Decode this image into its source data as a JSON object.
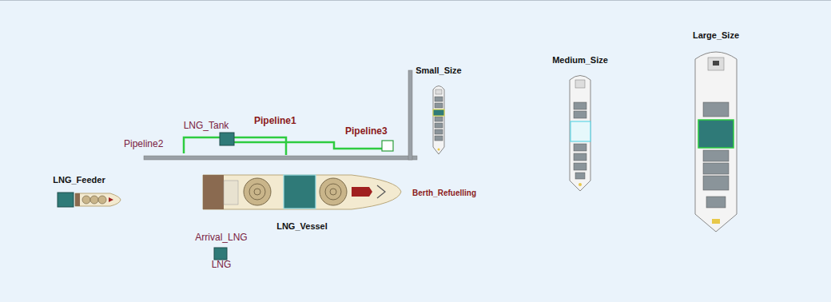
{
  "diagram": {
    "nodes": [
      {
        "text": [
          "LNG_Tank"
        ]
      },
      {
        "text": [
          "Small_Size"
        ]
      },
      {
        "text": [
          "Medium_Size"
        ]
      },
      {
        "text": [
          "Large_Size"
        ]
      },
      {
        "text": [
          "LNG_Feeder"
        ]
      },
      {
        "text": [
          "LNG_Vessel"
        ]
      },
      {
        "text": [
          "Arrival_LNG",
          "LNG"
        ]
      }
    ],
    "labels": [
      "Pipeline1",
      "Pipeline2",
      "Pipeline3",
      "Berth_Refuelling"
    ]
  }
}
